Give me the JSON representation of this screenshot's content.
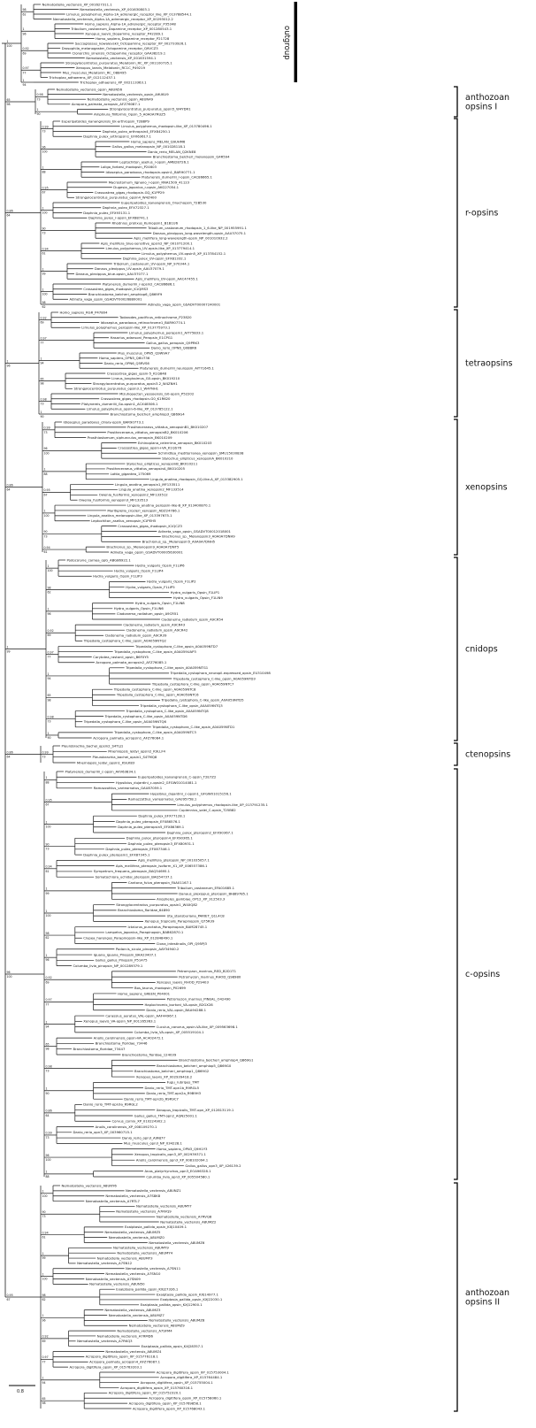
{
  "figure": {
    "outgroup_label": "outgroup",
    "scale_bar": {
      "label": "0.8"
    },
    "support_values": [
      "1|100",
      "98|62",
      "1|96",
      "0.92|69",
      "0.97|77",
      "1|94",
      "65|98",
      "0.98|73",
      "1|90",
      "0.86|64",
      "0.99|73",
      "96|100",
      "1|88",
      "0.95|67",
      "1|100",
      "90|73",
      "0.94|61",
      "1|99"
    ]
  },
  "clades": [
    {
      "id": "outgroup",
      "label": "outgroup",
      "bracket": "bar",
      "leaves": [
        "Nematostella_vectensis_XP_001627311.1",
        "Nematostella_vectensis_XP_001630803.1",
        "Limulus_polyphemus_Alpha-1A_adrenergic_receptor_like_XP_013788544.1",
        "Nematostella_vectensis_Alpha-1A_adrenergic_receptor_XP_00293012.2",
        "Homo_sapiens_Alpha-1A_adrenergic_receptor_P35348",
        "Tribolium_castaneum_Dopamine_receptor_XP_001280543.1",
        "Xenopus_laevis_Dopamine_receptor_P42289.1",
        "Homo_sapiens_Dopamine_receptor_P21728",
        "Saccoglossus_kowalevskii_Octopamine_receptor_XP_002733926.1",
        "Drosophila_melanogaster_Octopamine_receptor_Q9VCZ3",
        "Clonorchis_sinensis_Octopamine_receptor_GAA38219.1",
        "Nematostella_vectensis_XP_001631594.1",
        "Strongylocentrotus_purpuratus_Melatonin_RC_XP_001100735.1",
        "Xenopus_laevis_Melatonin_RC1C_P49219",
        "Mus_musculus_Melatonin_RC_O88495",
        "Trichoplax_adhaerens_XP_012112437.1",
        "Trichoplax_adhaerens_XP_002113363.1"
      ]
    },
    {
      "id": "anthozoan-opsins-i",
      "label": "anthozoan\nopsins I",
      "bracket": "bracket",
      "leaves": [
        "Nematostella_vectensis_opsin_A8UN56",
        "Nematostella_vectensis_opsin_A9UKU9",
        "Nematostella_vectensis_opsin_A8UN49",
        "Acropora_palmata_acropsin_AFZ76087.1",
        "Strongylocentrotus_purpuratus_opsin5_W4YDR1",
        "Amphiura_filiformis_Opsin_5_A0A0A7RUZ5"
      ]
    },
    {
      "id": "r-opsins",
      "label": "r-opsins",
      "bracket": "bracket",
      "leaves": [
        "Euperipatoides_kanangrensis_Ek-arthropsin_T2B8P9",
        "Limulus_polyphemus_rhodopsin-like_XP_013780496.1",
        "Daphnia_pulex_arthropsin4_EFX84250.1",
        "Daphnia_pulex_arthropsin1_EFX63617.1",
        "Homo_sapiens_MELAN_Q9UHM6",
        "Gallus_gallus_melanopsin_NP_001028118.1",
        "Danio_rerio_MELAN_Q2KNE8",
        "Branchiostoma_belcheri_melanopsin_Q4R594",
        "Leptochiton_asellus_r-opsin_AMB28726.1",
        "Loligo_forbesi_rhodopsin_P24603",
        "Idiosepius_paradoxus_rhodopsin-opsin1_BAR90771.1",
        "Platynereis_dumerilii_r-opsin_CAC86665.1",
        "Macrostomum_lignano_r-opsin_RNA1509_41123",
        "Dugesia_japonica_r-opsin_AKG27054.1",
        "Crassostrea_gigas_rhodopsin-GQ_K1PP29",
        "Strongylocentrotus_purpuratus_opsin4_W4Z400",
        "Euperipatoides_kanangrensis_Onychopsin_T2B530",
        "Daphnia_pulex_EFX72327.1",
        "Daphnia_pulex_EFX93131.1",
        "Daphnia_pulex_r-opsin_EFX88741.1",
        "Rhodnius_prolixus_Kumopsin1_B1B1U6",
        "Tribolium_castaneum_rhodopsin_1_6-like_NP_001955991.1",
        "Danaus_plexippus_long-wavelength-opsin_AAU37075.1",
        "Apis_mellifera_long-wavelength-opsin_NP_001010932.2",
        "Apis_mellifera_blue-sensitive_opsin2_NP_001071200.1",
        "Limulus_polyphemus_UV-opsin-like_XP_013779414.1",
        "Limulus_polyphemus_UV-opsin5_XP_013784152.1",
        "Daphnia_pulex_UV-opsin_EFX81332.1",
        "Tribolium_castaneum_UV-opsin_NP_970344.1",
        "Danaus_plexippus_UV-opsin_AAU37079.1",
        "Danaus_plexippus_blue-opsin_AAU37077.1",
        "Apis_mellifera_UV-opsin_AAC47455.1",
        "Platynereis_dumerilii_r-opsin2_CAC86686.1",
        "Crassostrea_gigas_rhodopsin_K1QMS3",
        "Branchiostoma_belcheri_amphiop6_Q869F9",
        "Adineta_vaga_opsin_GSADVT00026880001",
        "Adineta_vaga_opsin_GSADVT00007240001"
      ]
    },
    {
      "id": "tetraopsins",
      "label": "tetraopsins",
      "bracket": "bracket",
      "leaves": [
        "Homo_sapiens_RGR_P47804",
        "Todarodes_pacificus_retinochrome_P23820",
        "Idiosepius_paradoxus_retinochrome1_BAR90774.1",
        "Limulus_polyphemus_peropsin-like_XP_013775973.1",
        "Limulus_polyphemus_peropsin1_AIT75833.1",
        "Hasarius_adansoni_Peropsin_E1CPG1",
        "Gallus_gallus_peropsin_Q9PRK3",
        "Danio_rerio_OPN6_Q08BR6",
        "Mus_musculus_OPN5_Q9WVA7",
        "Homo_sapiens_OPN5_Q6U736",
        "Danio_rerio_OPN6_Q5RVS6",
        "Platynereis_dumerilii_neuropsin_AIT71645.1",
        "Crassostrea_gigas_opsin-5_K1Q848",
        "Lineus_longissimus_G0-opsin_BK019210",
        "Strongylocentrotus_purpuratus_opsin3.2_W4ZNH1",
        "Strongylocentrotus_purpuratus_opsin3.1_W4YNH1",
        "Mizuhopecten_yessoensis_G0-opsin_P52202",
        "Crassostrea_gigas_rhodopsin-G0_K1R620",
        "Platynereis_dumerilii_Go-opsin1_ACX48506.1",
        "Limulus_polyphemus_opsin-6-like_XP_013785122.1",
        "Branchiostoma_belcheri_amphiop3_Q869G4"
      ]
    },
    {
      "id": "xenopsins",
      "label": "xenopsins",
      "bracket": "bracket",
      "leaves": [
        "Idiosepius_paradoxus_ciliary-opsin_BAR90773.1",
        "Prostheceraeus_vittatus_xenopsinB1_BK010207",
        "Prostheceraeus_vittatus_xenopsinB2_BK010206",
        "Prosthiostomum_siphunculus_xenopsin_BK010209",
        "Echinoplana_celerrima_xenopsin_BK010203",
        "Crassostrea_gigas_opsin+VA_K1QS76",
        "Schmidtea_mediterranea_xenopsin_SMU15030838",
        "Stylochus_ellipticus_xenopsinA_BK010210",
        "Stylochus_ellipticus_xenopsinB_BK010211",
        "Prostheceraeus_vittatus_xenopsinA_BK010205",
        "Lottia_gigantea_175069",
        "Lingula_anatina_rhodopsin_GQ-like-A_XP_013382905.1",
        "Lingula_anatina_xenopsin1_MF133511",
        "Lingula_anatina_xenopsin2_MF133514",
        "Owenia_fusiformis_xenopsin2_MF133512",
        "Owenia_fusiformis_xenopsin3_MF133513",
        "Lingula_anatina_peropsin-like-B_XP_013400870.1",
        "Maritigrella_crozieri_xenopsin_ADZ24786.1",
        "Lingula_anatina_melanopsin-like_XP_013397675.1",
        "Leptochiton_asellus_xenopsin_K1PEH5",
        "Crassostrea_gigas_rhodopsin_K1QCZ3",
        "Adineta_vaga_opsin_GSADVT00012018001",
        "Brachionus_sp._Melanopsin3_A0A0A7DNH9",
        "Brachionus_sp._Melanopsin5_A0A0A7DNH5",
        "Brachionus_sp._Melanopsin9_A0A0A7DNT5",
        "Adineta_vaga_opsin_GSADVT00005630001"
      ]
    },
    {
      "id": "cnidops",
      "label": "cnidops",
      "bracket": "bracket",
      "leaves": [
        "Podocoryne_carnea_opG_ABG86922.1",
        "Hydra_vulgaris_Opsin_F1LIP6",
        "Hydra_vulgaris_Opsin_F1LIP4",
        "Hydra_vulgaris_Opsin_F1LIP3",
        "Hydra_vulgaris_Opsin_F1LIP2",
        "Hydra_vulgaris_Opsin_F1LIP5",
        "Hydra_vulgaris_Opsin_F1LIP1",
        "Hydra_vulgaris_Opsin_F1LIN9",
        "Hydra_vulgaris_Opsin_F1LIN8",
        "Hydra_vulgaris_Opsin_F1LIN6",
        "Cladonema_radiatum_opsin_A9CR51",
        "Cladonema_radiatum_opsin_A9CR54",
        "Cladonema_radiatum_opsin_A9CR43",
        "Cladonema_radiatum_opsin_A9CR42",
        "Cladonema_radiatum_opsin_A9CR39",
        "Tripedalia_cystophora_C-like_opsin_A0A059NTQ2",
        "Tripedalia_cystophora_C-like_opsin_A0A059NTD7",
        "Tripedalia_cystophora_C-like_opsin_A0A059UAP3",
        "Carybdea_rastonii_opsin_B6F0Y5",
        "Acropora_palmata_acropsin2_AFZ76085.1",
        "Tripedalia_cystophora_C-like_opsin_A0A059NTG1",
        "Tripedalia_cystophora_neuropil-expressed_opsin_EU310498",
        "Tripedalia_cystophora_C-like_opsin_A0A059NTD3",
        "Tripedalia_cystophora_C-like_opsin_A0A059NTC7",
        "Tripedalia_cystophora_C-like_opsin_A0A059NTC8",
        "Tripedalia_cystophora_C-like_opsin_A0A059NTC6",
        "Tripedalia_cystophora_C-like_opsin_A0A059NTD5",
        "Tripedalia_cystophora_C-like_opsin_A0A059NTQ3",
        "Tripedalia_cystophora_C-like_opsin_A0A059NTQ8",
        "Tripedalia_cystophora_C-like_opsin_A0A059NTD6",
        "Tripedalia_cystophora_C-like_opsin_A0A059NTQ6",
        "Tripedalia_cystophora_C-like_opsin_A0A059NTD1",
        "Tripedalia_cystophora_C-like_opsin_A0A059NTC3",
        "Acropora_palmata_acropsin1_AFZ76084.1"
      ]
    },
    {
      "id": "ctenopsins",
      "label": "ctenopsins",
      "bracket": "bracket",
      "leaves": [
        "Pleurobrachia_bachei_opsin2_S4TLJ1",
        "Mnemiopsis_leidyi_opsin2_K9LLF4",
        "Pleurobrachia_bachei_opsin1_S4TMQ8",
        "Mnemiopsis_leidyi_opsin1_K9LK83"
      ]
    },
    {
      "id": "c-opsins",
      "label": "c-opsins",
      "bracket": "bracket",
      "leaves": [
        "Platynereis_dumerilii_c-opsin_AVV63834.1",
        "Euperipatoides_kanangrensis_C-opsin_T2E7Z2",
        "Hypsibius_dujardini_c-opsin2_GFGW01014081.1",
        "Ramazzottius_varieornatus_GAU87059.1",
        "Hypsibius_dujardini_c-opsin1_GFGW01015156.1",
        "Ramazzottius_varieornatus_GAU95758.1",
        "Limulus_polyphemus_rhodopsin-like_XP_013791235.1",
        "Cupiennius_salei_C-opsin_T25B82",
        "Daphnia_pulex_EFX77128.1",
        "Daphnia_pulex_pteropsin_EFX86576.1",
        "Daphnia_pulex_pteropsin5_EFX86369.1",
        "Daphnia_pulex_pteropsin2_EFX90367.1",
        "Daphnia_pulex_pteropsin4_EFX90365.1",
        "Daphnia_pulex_pteropsin3_EFX80931.1",
        "Daphnia_pulex_pteropsin_EFX87346.1",
        "Daphnia_pulex_pteropsin1_EFX87345.1",
        "Apis_mellifera_pteropsin_NP_001035057.1",
        "Apis_mellifera_pteropsin_isoform_X1_XP_006557386.1",
        "Sympetrum_frequens_pteropsin_BAQ54695.1",
        "Somatochlora_uchidai_pteropsin_BAQ54737.1",
        "Cantona_fulva_pteropsin_FAA01167.1",
        "Tribolium_castaneum_EFA01685.1",
        "Danaus_plexippus_pteropsin_BHJ89785.1",
        "Anopheles_gambiae_OP12_XP_312503.3",
        "Strongylocentrotus_purpuratus_opsin1_W4XQ82",
        "Branchiostoma_floridae_64890",
        "Uta_stansburiana_PARIET_Q1L4C8",
        "Xenopus_tropicalis_Parapinopsin_Q75R39",
        "Ictalurus_punctatus_Parapinopsin_BAM28745.1",
        "Lampetra_japonica_Parapinopsin_BAB62870.1",
        "Clupea_harengus_Parapinopsin-like_XP_012848490.1",
        "Ciona_intestinalis_OPI_Q95PJ3",
        "Podarcis_sicula_pinopsin_AAY34940.2",
        "Iguana_iguana_Pinopsin_BAA23407.1",
        "Gallus_gallus_Pinopsin_P51475",
        "Columba_livia_pinopsin_NP_001289379.1",
        "Petromyzon_marinus_RED_B2D1T1",
        "Petromyzon_marinus_RHOD_Q98980",
        "Xenopus_laevis_RHOD_P29403",
        "Bos_taurus_rhodopsin_P02699",
        "Homo_sapiens_GREEN_P04001",
        "Petromyzon_marinus_PINEAL_O42490",
        "Haplochromis_burtoni_VA-opsin_B2GX28",
        "Danio_rerio_VAL-opsin_BAA94288.1",
        "Carassius_auratus_VAL-opsin_AAF44967.1",
        "Xenopus_laevis_VA-opsin_NP_001165363.1",
        "Cuculus_canorus_opsin-VA-like_XP_009563698.1",
        "Columba_livia_VA-opsin_XP_005519104.1",
        "Anolis_carolinensis_opsin-VA_AC402472.1",
        "Branchiostoma_floridae_73446",
        "Branchiostoma_floridae_73447",
        "Branchiostoma_floridae_124039",
        "Branchiostoma_belcheri_amphiop4_Q869G1",
        "Branchiostoma_belcheri_amphiop5_Q869G0",
        "Branchiostoma_belcheri_amphiop1_Q869G2",
        "Xenopus_laevis_XP_002939418.2",
        "Fugu_rubripes_TMT",
        "Danio_rerio_TMT-opn1b_R9RGL5",
        "Danio_rerio_TMT-opn2a_R9B9H3",
        "Danio_rerio_TMT-opn2b_R9R9C7",
        "Danio_rerio_TMT-opn3a_R9RGL2",
        "Xenopus_tropicalis_TMT-opn_XP_012813119.1",
        "Gallus_gallus_TMT-opn2_AQN25001.1",
        "Corvus_cornix_XP_010224902.1",
        "Anolis_carolinensis_XP_008109270.1",
        "Danio_rerio_opn3_XP_003960715.1",
        "Danio_rerio_opn3_A9NJ77",
        "Mus_musculus_opn3_NP_034228.1",
        "Homo_sapiens_OPN3_Q9H1Y3",
        "Xenopus_tropicalis_opn3_XP_002939371.1",
        "Anolis_carolinensis_opn3_XP_008102094.1",
        "Gallus_gallus_opn3_XP_426139.2",
        "Anas_platyrhynchos_opn3_EOA96328.1",
        "Columba_livia_opn3_XP_005504580.1"
      ]
    },
    {
      "id": "anthozoan-opsins-ii",
      "label": "anthozoan\nopsins II",
      "bracket": "bracket",
      "leaves": [
        "Nematostella_vectensis_A8UNY6",
        "Nematostella_vectensis_A8UNZ1",
        "Nematostella_vectensis_A7S8K8",
        "Nematostella_vectensis_A7RTL7",
        "Nematostella_vectensis_A8UMY7",
        "Nematostella_vectensis_A7RVQ9",
        "Nematostella_vectensis_A7RVQ8",
        "Nematostella_vectensis_A8UMZ2",
        "Exaiptasia_pallida_opsin_KXJ10409.1",
        "Nematostella_vectensis_A8UMZ5",
        "Nematostella_vectensis_A8UMZ0",
        "Nematostella_vectensis_A8UMZ6",
        "Nematostella_vectensis_A8UMY9",
        "Nematostella_vectensis_A8UMY4",
        "Nematostella_vectensis_A8UMY3",
        "Nematostella_vectensis_A7SN12",
        "Nematostella_vectensis_A7SN11",
        "Nematostella_vectensis_A7SN10",
        "Nematostella_vectensis_A7SN09",
        "Nematostella_vectensis_A8UN50",
        "Exaiptasia_pallida_opsin_KXJ27326.1",
        "Exaiptasia_pallida_opsin_KXJ14977.1",
        "Exaiptasia_pallida_opsin_KXJ22030.1",
        "Exaiptasia_pallida_opsin_KXJ12900.1",
        "Nematostella_vectensis_A8UMZ3",
        "Nematostella_vectensis_A8UMZ7",
        "Nematostella_vectensis_A8UMZ8",
        "Nematostella_vectensis_A8UMZ9",
        "Nematostella_vectensis_A7SFM4",
        "Nematostella_vectensis_A7RMD6",
        "Nematostella_vectensis_A7RKQ3",
        "Exaiptasia_pallida_opsin_KXJ28357.1",
        "Nematostella_vectensis_A8UMZ4",
        "Acropora_digitifera_opsin_XP_015776118.1",
        "Acropora_palmata_acropsin4_AFZ76087.1",
        "Acropora_digitifera_opsin_XP_015763203.1",
        "Acropora_digitifera_opsin_XP_015753004.1",
        "Acropora_digitifera_XP_015764484.1",
        "Acropora_digitifera_opsin_XP_015755004.1",
        "Acropora_digitifera_opsin_XP_015760316.1",
        "Acropora_digitifera_opsin_XP_015752320.1",
        "Acropora_digitifera_opsin_XP_015758060.1",
        "Acropora_digitifera_opsin_XP_015769858.1",
        "Acropora_digitifera_opsin_XP_015768043.1"
      ]
    }
  ]
}
